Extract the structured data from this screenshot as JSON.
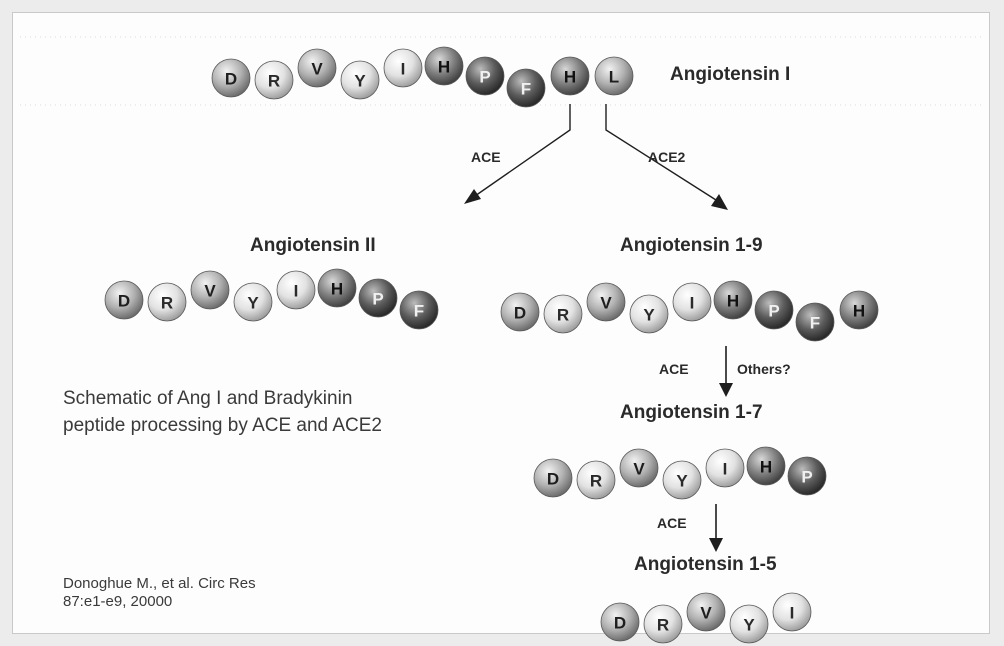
{
  "peptides": {
    "ang1": {
      "label": "Angiotensin I",
      "residues": [
        "D",
        "R",
        "V",
        "Y",
        "I",
        "H",
        "P",
        "F",
        "H",
        "L"
      ]
    },
    "ang2": {
      "label": "Angiotensin II",
      "residues": [
        "D",
        "R",
        "V",
        "Y",
        "I",
        "H",
        "P",
        "F"
      ]
    },
    "ang19": {
      "label": "Angiotensin 1-9",
      "residues": [
        "D",
        "R",
        "V",
        "Y",
        "I",
        "H",
        "P",
        "F",
        "H"
      ]
    },
    "ang17": {
      "label": "Angiotensin 1-7",
      "residues": [
        "D",
        "R",
        "V",
        "Y",
        "I",
        "H",
        "P"
      ]
    },
    "ang15": {
      "label": "Angiotensin 1-5",
      "residues": [
        "D",
        "R",
        "V",
        "Y",
        "I"
      ]
    }
  },
  "enzymes": {
    "ace_left": "ACE",
    "ace2": "ACE2",
    "ace_mid": "ACE",
    "others": "Others?",
    "ace_low": "ACE"
  },
  "caption": {
    "line1": "Schematic of Ang I and Bradykinin",
    "line2": "peptide processing by ACE and ACE2"
  },
  "citation": {
    "line1": "Donoghue M., et al. Circ Res",
    "line2": "87:e1-e9, 20000"
  },
  "colors": {
    "light": "#d4d4d4",
    "mid": "#a6a6a6",
    "dark": "#6e6e6e",
    "darkest": "#4a4a4a",
    "arrow": "#1e1e1e"
  }
}
